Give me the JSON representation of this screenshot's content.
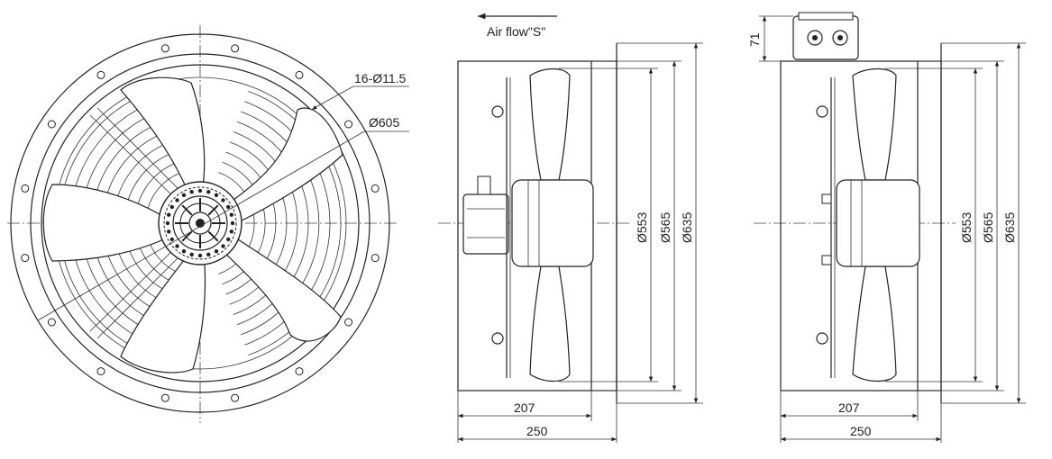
{
  "front_view": {
    "hole_callout": "16-Ø11.5",
    "diameter_callout": "Ø605"
  },
  "side_view_s": {
    "airflow_label": "Air flow\"S\"",
    "dim_553": "Ø553",
    "dim_565": "Ø565",
    "dim_635": "Ø635",
    "width_207": "207",
    "width_250": "250"
  },
  "side_view_2": {
    "height_71": "71",
    "dim_553": "Ø553",
    "dim_565": "Ø565",
    "dim_635": "Ø635",
    "width_207": "207",
    "width_250": "250"
  },
  "colors": {
    "line": "#222222",
    "blade_fill": "#ffffff",
    "background": "#ffffff"
  }
}
